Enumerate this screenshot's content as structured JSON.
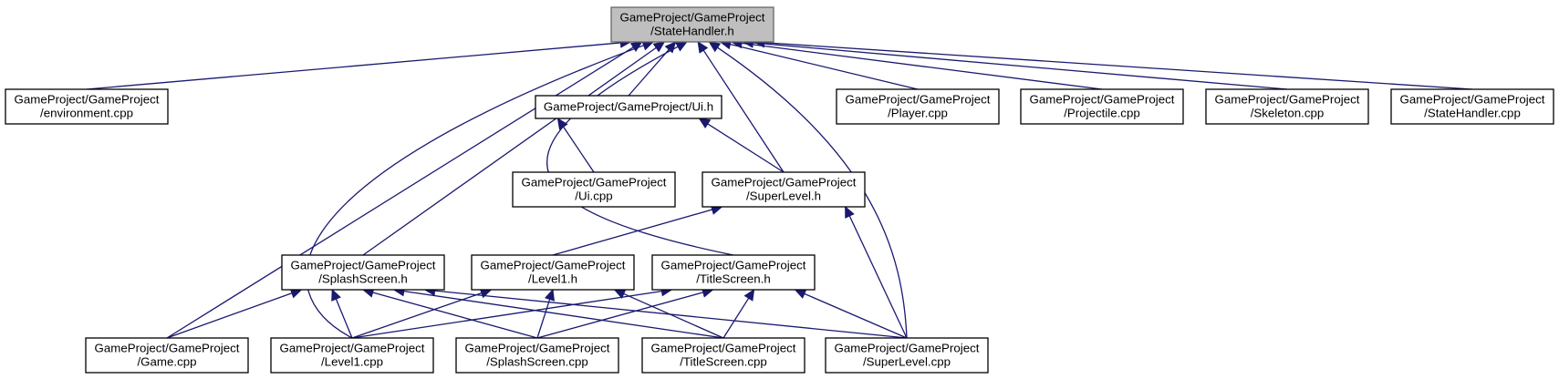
{
  "diagram": {
    "type": "include-dependency-graph",
    "colors": {
      "edge": "#191970",
      "root_fill": "#bfbfbf",
      "node_fill": "#ffffff"
    },
    "nodes": [
      {
        "id": "statehandler_h",
        "root": true,
        "lines": [
          "GameProject/GameProject",
          "/StateHandler.h"
        ]
      },
      {
        "id": "environment_cpp",
        "lines": [
          "GameProject/GameProject",
          "/environment.cpp"
        ]
      },
      {
        "id": "ui_h",
        "lines": [
          "GameProject/GameProject/Ui.h"
        ]
      },
      {
        "id": "player_cpp",
        "lines": [
          "GameProject/GameProject",
          "/Player.cpp"
        ]
      },
      {
        "id": "projectile_cpp",
        "lines": [
          "GameProject/GameProject",
          "/Projectile.cpp"
        ]
      },
      {
        "id": "skeleton_cpp",
        "lines": [
          "GameProject/GameProject",
          "/Skeleton.cpp"
        ]
      },
      {
        "id": "statehandler_cpp",
        "lines": [
          "GameProject/GameProject",
          "/StateHandler.cpp"
        ]
      },
      {
        "id": "ui_cpp",
        "lines": [
          "GameProject/GameProject",
          "/Ui.cpp"
        ]
      },
      {
        "id": "superlevel_h",
        "lines": [
          "GameProject/GameProject",
          "/SuperLevel.h"
        ]
      },
      {
        "id": "splashscreen_h",
        "lines": [
          "GameProject/GameProject",
          "/SplashScreen.h"
        ]
      },
      {
        "id": "level1_h",
        "lines": [
          "GameProject/GameProject",
          "/Level1.h"
        ]
      },
      {
        "id": "titlescreen_h",
        "lines": [
          "GameProject/GameProject",
          "/TitleScreen.h"
        ]
      },
      {
        "id": "game_cpp",
        "lines": [
          "GameProject/GameProject",
          "/Game.cpp"
        ]
      },
      {
        "id": "level1_cpp",
        "lines": [
          "GameProject/GameProject",
          "/Level1.cpp"
        ]
      },
      {
        "id": "splashscreen_cpp",
        "lines": [
          "GameProject/GameProject",
          "/SplashScreen.cpp"
        ]
      },
      {
        "id": "titlescreen_cpp",
        "lines": [
          "GameProject/GameProject",
          "/TitleScreen.cpp"
        ]
      },
      {
        "id": "superlevel_cpp",
        "lines": [
          "GameProject/GameProject",
          "/SuperLevel.cpp"
        ]
      }
    ],
    "edges": [
      {
        "from": "environment_cpp",
        "to": "statehandler_h"
      },
      {
        "from": "ui_h",
        "to": "statehandler_h"
      },
      {
        "from": "player_cpp",
        "to": "statehandler_h"
      },
      {
        "from": "projectile_cpp",
        "to": "statehandler_h"
      },
      {
        "from": "skeleton_cpp",
        "to": "statehandler_h"
      },
      {
        "from": "statehandler_cpp",
        "to": "statehandler_h"
      },
      {
        "from": "superlevel_h",
        "to": "statehandler_h"
      },
      {
        "from": "splashscreen_h",
        "to": "statehandler_h"
      },
      {
        "from": "titlescreen_h",
        "to": "statehandler_h"
      },
      {
        "from": "game_cpp",
        "to": "statehandler_h"
      },
      {
        "from": "level1_cpp",
        "to": "statehandler_h"
      },
      {
        "from": "superlevel_cpp",
        "to": "statehandler_h"
      },
      {
        "from": "ui_cpp",
        "to": "ui_h"
      },
      {
        "from": "superlevel_h",
        "to": "ui_h"
      },
      {
        "from": "level1_h",
        "to": "superlevel_h"
      },
      {
        "from": "superlevel_cpp",
        "to": "superlevel_h"
      },
      {
        "from": "game_cpp",
        "to": "splashscreen_h"
      },
      {
        "from": "level1_cpp",
        "to": "splashscreen_h"
      },
      {
        "from": "splashscreen_cpp",
        "to": "splashscreen_h"
      },
      {
        "from": "titlescreen_cpp",
        "to": "splashscreen_h"
      },
      {
        "from": "superlevel_cpp",
        "to": "splashscreen_h"
      },
      {
        "from": "level1_cpp",
        "to": "level1_h"
      },
      {
        "from": "splashscreen_cpp",
        "to": "level1_h"
      },
      {
        "from": "titlescreen_cpp",
        "to": "level1_h"
      },
      {
        "from": "level1_cpp",
        "to": "titlescreen_h"
      },
      {
        "from": "splashscreen_cpp",
        "to": "titlescreen_h"
      },
      {
        "from": "titlescreen_cpp",
        "to": "titlescreen_h"
      },
      {
        "from": "superlevel_cpp",
        "to": "titlescreen_h"
      }
    ]
  }
}
